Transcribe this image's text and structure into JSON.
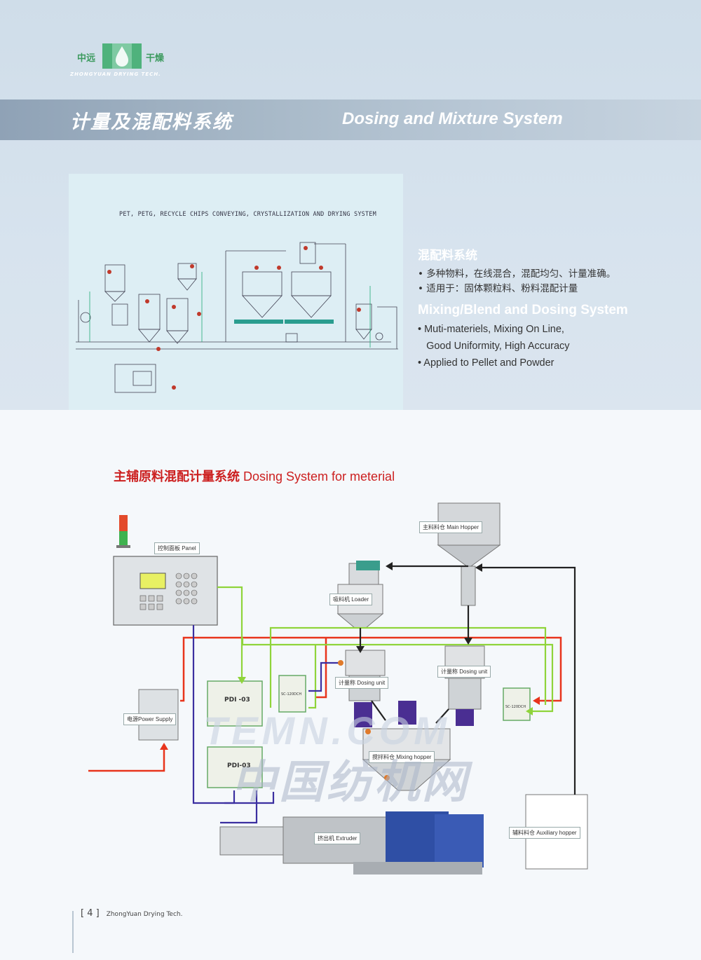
{
  "logo": {
    "cn_left": "中远",
    "cn_right": "干燥",
    "en": "ZHONGYUAN DRYING TECH."
  },
  "title": {
    "cn": "计量及混配料系统",
    "en": "Dosing and Mixture System"
  },
  "schematic": {
    "title": "PET, PETG, RECYCLE CHIPS CONVEYING, CRYSTALLIZATION AND DRYING SYSTEM"
  },
  "features": {
    "heading_cn": "混配料系统",
    "items_cn": [
      "• 多种物料，在线混合，混配均匀、计量准确。",
      "• 适用于：固体颗粒料、粉料混配计量"
    ],
    "heading_en": "Mixing/Blend and Dosing System",
    "items_en": [
      "• Muti-materiels, Mixing On Line,",
      "   Good Uniformity, High Accuracy",
      "• Applied to Pellet and Powder"
    ]
  },
  "section": {
    "cn": "主辅原料混配计量系统",
    "en": " Dosing System for meterial"
  },
  "diagram": {
    "labels": {
      "panel": "控制面板  Panel",
      "main_hopper": "主料料仓  Main Hopper",
      "loader": "吸料机  Loader",
      "dosing_unit_left": "计量称 Dosing unit",
      "dosing_unit_right": "计量称 Dosing unit",
      "power_supply": "电源Power Supply",
      "mixing_hopper": "搅拌料仓  Mixing hopper",
      "extruder": "挤出机 Extruder",
      "aux_hopper": "辅料料仓  Auxiliary hopper"
    },
    "device_text": {
      "pdi_top": "PDI -03",
      "pdi_bottom": "PDI-03",
      "sc_left": "SC-120DCH",
      "sc_right": "SC-120DCH"
    },
    "line_colors": {
      "red": "#e8341c",
      "green": "#8fd43a",
      "blue": "#3b2fa0",
      "black": "#222222"
    }
  },
  "watermark": {
    "cn": "中国纺机网",
    "en": "TEMN.COM"
  },
  "footer": {
    "page": "[ 4 ]",
    "company": "ZhongYuan Drying Tech."
  }
}
